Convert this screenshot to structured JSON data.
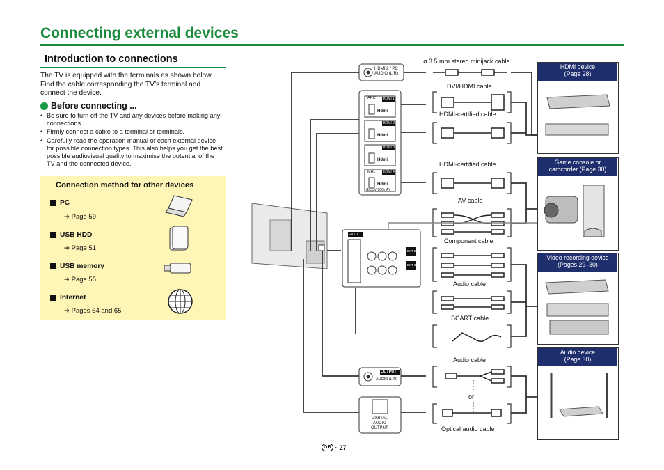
{
  "page": {
    "title": "Connecting external devices",
    "section_title": "Introduction to connections",
    "intro": "The TV is equipped with the terminals as shown below. Find the cable corresponding the TV’s terminal and connect the device.",
    "before_heading": "Before connecting ...",
    "bullets": [
      "Be sure to turn off the TV and any devices before making any connections.",
      "Firmly connect a cable to a terminal or terminals.",
      "Carefully read the operation manual of each external device for possible connection types. This also helps you get the best possible audiovisual quality to maximise the potential of the TV and the connected device."
    ],
    "page_number": "27",
    "region_badge": "GB",
    "page_sep": "·"
  },
  "methods": {
    "title": "Connection method for other devices",
    "items": [
      {
        "label": "PC",
        "page": "Page 59",
        "icon": "laptop-icon"
      },
      {
        "label": "USB HDD",
        "page": "Page 51",
        "icon": "hdd-icon"
      },
      {
        "label": "USB memory",
        "page": "Page 55",
        "icon": "usb-stick-icon"
      },
      {
        "label": "Internet",
        "page": "Pages 64 and 65",
        "icon": "globe-icon"
      }
    ]
  },
  "cables": {
    "minijack": "ø 3.5 mm stereo minijack cable",
    "dvi": "DVI/HDMI cable",
    "hdmi1": "HDMI-certified cable",
    "hdmi2": "HDMI-certified cable",
    "av": "AV cable",
    "component": "Component cable",
    "audio1": "Audio cable",
    "scart": "SCART cable",
    "audio2": "Audio cable",
    "or": "or",
    "optical": "Optical audio cable"
  },
  "terminals": {
    "hdmi_pc": "HDMI 2 / PC AUDIO (L/R)",
    "ports": [
      "HDMI 1",
      "HDMI 2",
      "HDMI 3",
      "HDMI 4"
    ],
    "arc": "ARC",
    "mhl": "MHL",
    "mhl_note": "(DC5V 900mA)",
    "hdmi_logo": "Hdmi",
    "ext1": "EXT 1",
    "ext2": "EXT 2",
    "ext3": "EXT 3",
    "output_head": "OUTPUT",
    "output_sub": "AUDIO (L/R)",
    "digital": [
      "DIGITAL",
      "AUDIO",
      "OUTPUT"
    ]
  },
  "devices": {
    "hdmi": [
      "HDMI device",
      "(Page 28)"
    ],
    "game": [
      "Game console or",
      "camcorder (Page 30)"
    ],
    "video": [
      "Video recording device",
      "(Pages 29–30)"
    ],
    "audio": [
      "Audio device",
      "(Page 30)"
    ]
  },
  "colors": {
    "accent": "#1a8a3c",
    "box": "#fdf6b6",
    "header": "#1f2e6c"
  }
}
